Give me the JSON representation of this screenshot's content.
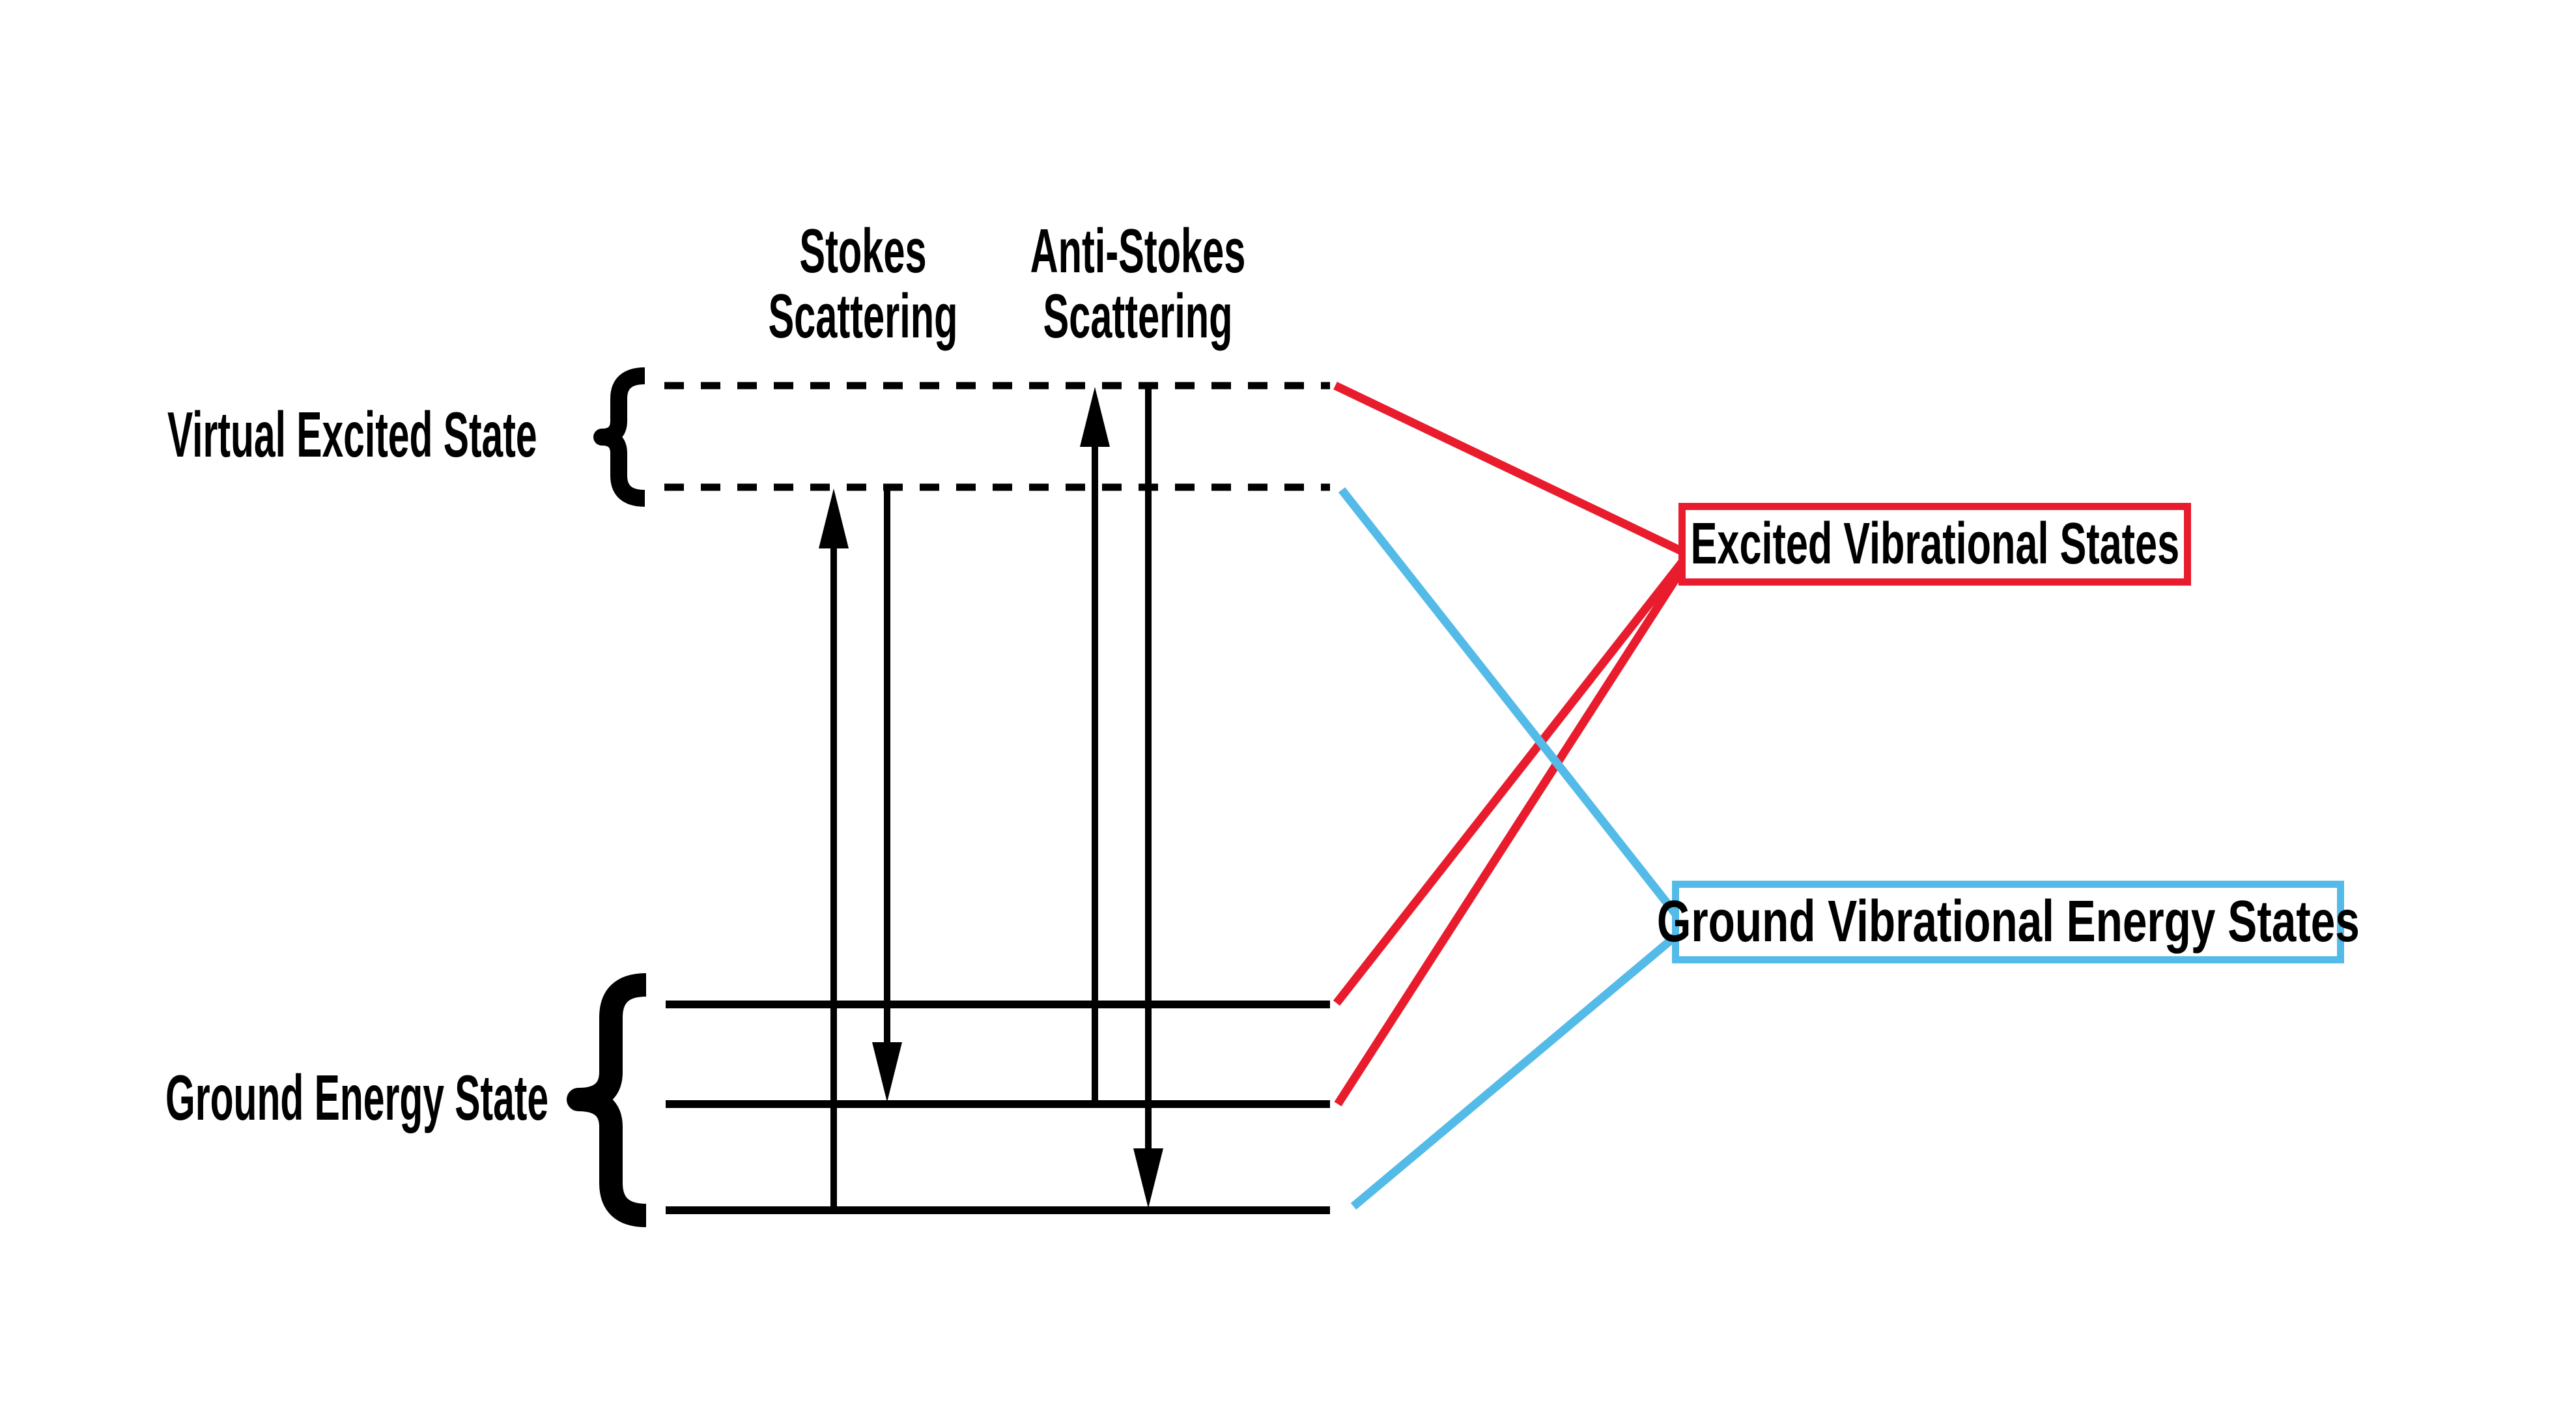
{
  "diagram": {
    "column_headers": {
      "stokes": {
        "line1": "Stokes",
        "line2": "Scattering"
      },
      "anti_stokes": {
        "line1": "Anti-Stokes",
        "line2": "Scattering"
      }
    },
    "left_labels": {
      "virtual_state": "Virtual Excited State",
      "ground_state": "Ground Energy State"
    },
    "callouts": {
      "excited": {
        "label": "Excited Vibrational States",
        "color": "#e91c2d"
      },
      "ground": {
        "label": "Ground Vibrational Energy States",
        "color": "#54bbe8"
      }
    },
    "colors": {
      "red": "#e91c2d",
      "blue": "#54bbe8",
      "line": "#000000",
      "background": "#ffffff"
    },
    "energy_levels": {
      "virtual_excited": {
        "style": "dashed",
        "count": 2
      },
      "ground": {
        "style": "solid",
        "count": 3
      }
    },
    "transitions": [
      {
        "name": "stokes-excitation",
        "from": "ground-v0",
        "to": "virtual-lower",
        "direction": "up"
      },
      {
        "name": "stokes-emission",
        "from": "virtual-lower",
        "to": "ground-v1",
        "direction": "down"
      },
      {
        "name": "anti-stokes-excitation",
        "from": "ground-v1",
        "to": "virtual-upper",
        "direction": "up"
      },
      {
        "name": "anti-stokes-emission",
        "from": "virtual-upper",
        "to": "ground-v0",
        "direction": "down"
      }
    ]
  }
}
